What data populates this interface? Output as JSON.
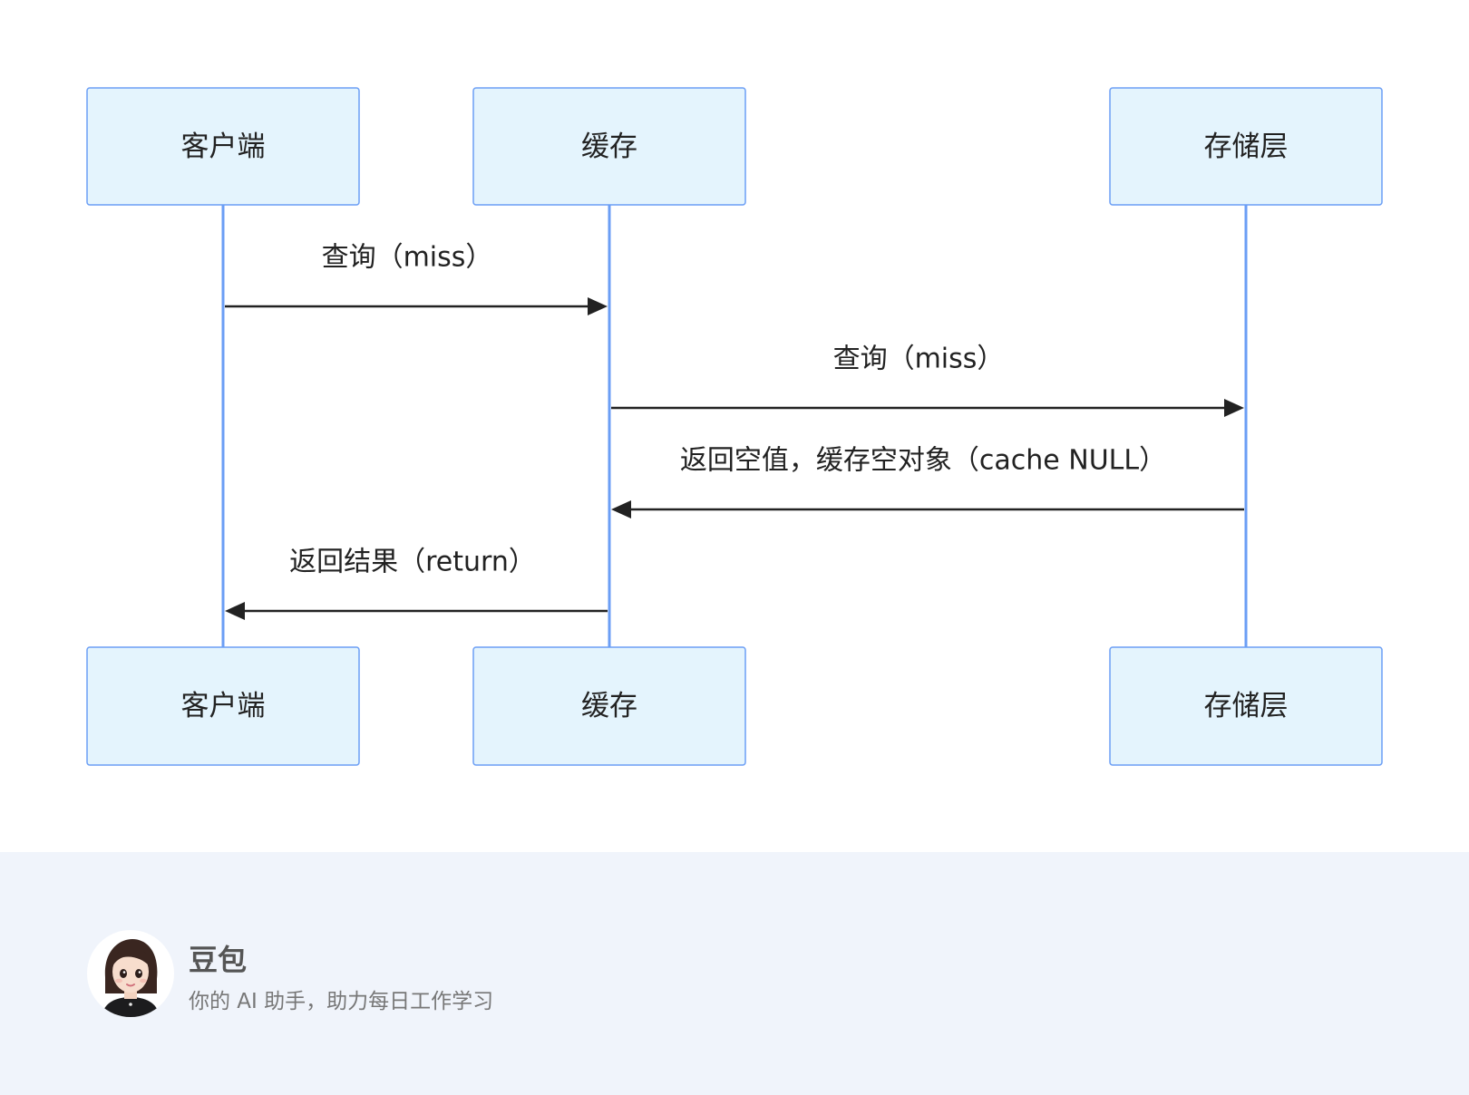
{
  "diagram": {
    "actors": [
      {
        "id": "client",
        "label": "客户端"
      },
      {
        "id": "cache",
        "label": "缓存"
      },
      {
        "id": "storage",
        "label": "存储层"
      }
    ],
    "messages": [
      {
        "from": "client",
        "to": "cache",
        "label": "查询（miss）"
      },
      {
        "from": "cache",
        "to": "storage",
        "label": "查询（miss）"
      },
      {
        "from": "storage",
        "to": "cache",
        "label": "返回空值，缓存空对象（cache NULL）"
      },
      {
        "from": "cache",
        "to": "client",
        "label": "返回结果（return）"
      }
    ],
    "colors": {
      "box_fill": "#e4f4fd",
      "box_stroke": "#6b9ef5",
      "lifeline": "#6b9ef5",
      "arrow": "#222222",
      "footer_bg": "#f0f4fb"
    }
  },
  "footer": {
    "brand_name": "豆包",
    "tagline": "你的 AI 助手，助力每日工作学习",
    "avatar_icon": "avatar-girl-icon"
  }
}
